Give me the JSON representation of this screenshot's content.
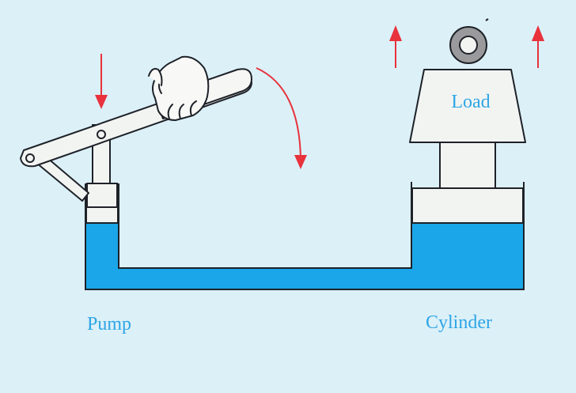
{
  "labels": {
    "pump": "Pump",
    "cylinder": "Cylinder",
    "load": "Load"
  },
  "colors": {
    "background": "#dcf0f8",
    "fluid": "#1aa6e8",
    "outline": "#1e2228",
    "part_fill": "#f2f4f2",
    "arrow": "#e8323c",
    "text": "#2ea6e6"
  }
}
